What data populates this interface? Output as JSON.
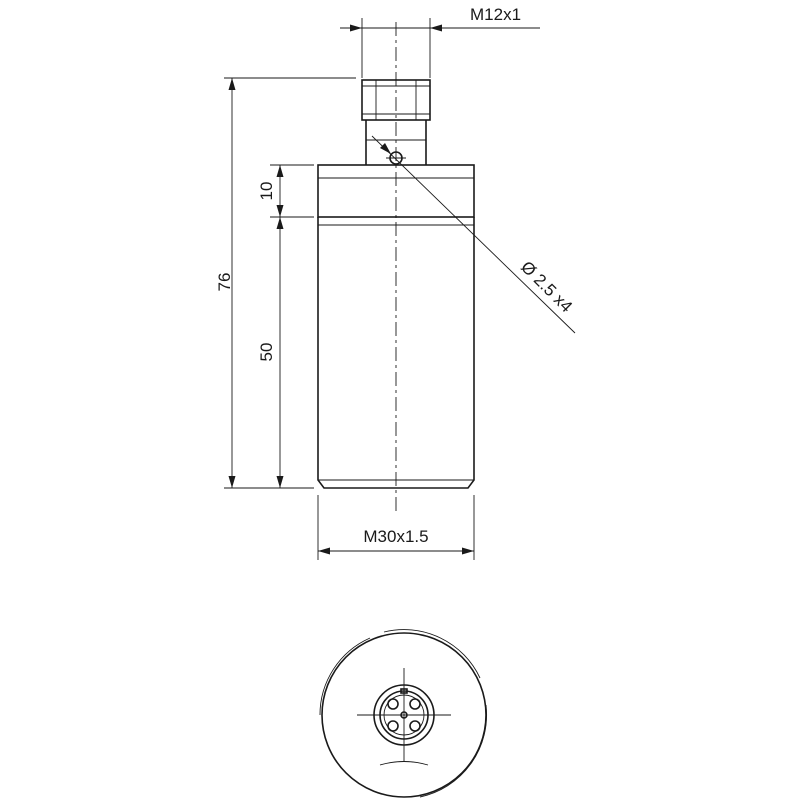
{
  "dimensions": {
    "connector_thread": "M12x1",
    "overall_length": "76",
    "collar_height": "10",
    "body_length": "50",
    "hole": "Ø 2.5 x4",
    "body_thread": "M30x1.5"
  }
}
